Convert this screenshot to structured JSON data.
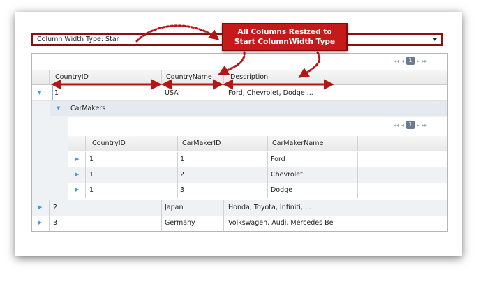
{
  "dropdown": {
    "value": "Column Width Type: Star"
  },
  "callout": {
    "line1": "All Columns Resized to",
    "line2": "Start ColumnWidth Type"
  },
  "pager": {
    "page": "1"
  },
  "main_columns": [
    "CountryID",
    "CountryName",
    "Description"
  ],
  "main_rows": [
    {
      "id": "1",
      "name": "USA",
      "desc": "Ford, Chevrolet, Dodge ..."
    },
    {
      "id": "2",
      "name": "Japan",
      "desc": "Honda, Toyota, Infiniti, ..."
    },
    {
      "id": "3",
      "name": "Germany",
      "desc": "Volkswagen, Audi, Mercedes Be"
    }
  ],
  "child": {
    "title": "CarMakers",
    "pager_page": "1",
    "columns": [
      "CountryID",
      "CarMakerID",
      "CarMakerName"
    ],
    "rows": [
      {
        "country_id": "1",
        "maker_id": "1",
        "name": "Ford"
      },
      {
        "country_id": "1",
        "maker_id": "2",
        "name": "Chevrolet"
      },
      {
        "country_id": "1",
        "maker_id": "3",
        "name": "Dodge"
      }
    ]
  },
  "colors": {
    "accent_red": "#c41a1a",
    "expander_blue": "#3aa0d6"
  }
}
